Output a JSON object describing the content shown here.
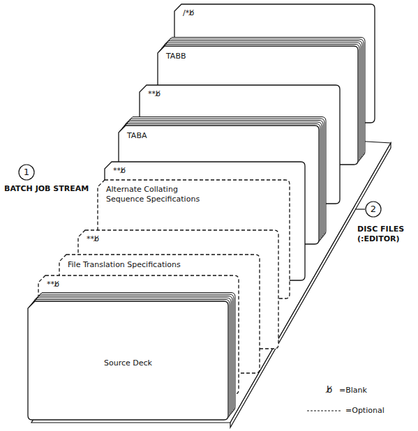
{
  "diagram": {
    "nodes": [
      {
        "text": [
          "/*b̸"
        ]
      },
      {
        "text": [
          "TABB"
        ]
      },
      {
        "text": [
          "**b̸"
        ]
      },
      {
        "text": [
          "TABA"
        ]
      },
      {
        "text": [
          "**b̸"
        ]
      },
      {
        "text": [
          "Alternate Collating Sequence Specifications"
        ]
      },
      {
        "text": [
          "**b̸"
        ]
      },
      {
        "text": [
          "File Translation Specifications"
        ]
      },
      {
        "text": [
          "**b̸"
        ]
      },
      {
        "text": [
          "Source Deck"
        ]
      }
    ],
    "labels": [
      "1",
      "BATCH JOB STREAM",
      "2",
      "DISC FILES (:EDITOR)",
      "b̸"
    ],
    "legend": [
      {
        "text": "=Blank"
      },
      {
        "text": "=Optional"
      }
    ]
  }
}
